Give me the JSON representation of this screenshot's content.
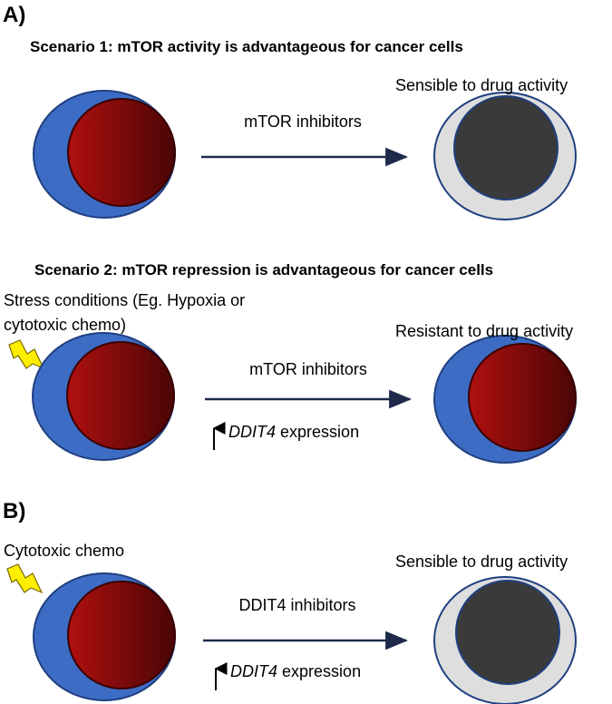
{
  "panel_a": {
    "label": "A)",
    "scenario1": {
      "heading": "Scenario 1: mTOR activity is advantageous for cancer cells",
      "arrow_label": "mTOR inhibitors",
      "outcome": "Sensible to drug activity"
    },
    "scenario2": {
      "heading": "Scenario 2: mTOR repression is advantageous for cancer cells",
      "stress_line1": "Stress conditions (Eg. Hypoxia or",
      "stress_line2": "cytotoxic chemo)",
      "arrow_label": "mTOR inhibitors",
      "gene": "DDIT4",
      "expression_word": "expression",
      "outcome": "Resistant to drug activity"
    }
  },
  "panel_b": {
    "label": "B)",
    "stress": "Cytotoxic chemo",
    "arrow_label": "DDIT4 inhibitors",
    "gene": "DDIT4",
    "expression_word": "expression",
    "outcome": "Sensible to drug activity"
  },
  "colors": {
    "cell_blue": "#3d6cc4",
    "cell_outline": "#1f3f80",
    "nucleus_red_light": "#b01010",
    "nucleus_red_dark": "#4a0505",
    "dead_cell": "#dedede",
    "dead_nucleus": "#3a3a3a",
    "arrow": "#1e2a4a",
    "bolt": "#ffee00"
  }
}
